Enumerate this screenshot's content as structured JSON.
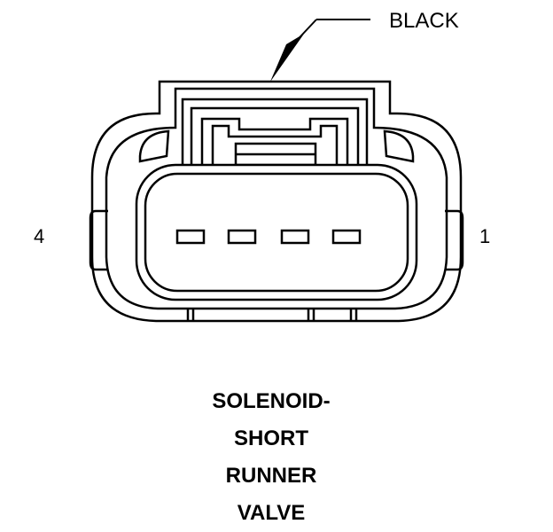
{
  "connector": {
    "wire_color_label": "BLACK",
    "pin_left_label": "4",
    "pin_right_label": "1",
    "pin_count": 4
  },
  "title": {
    "lines": [
      "SOLENOID-",
      "SHORT",
      "RUNNER",
      "VALVE"
    ]
  },
  "colors": {
    "line": "#000000",
    "background": "#ffffff"
  }
}
